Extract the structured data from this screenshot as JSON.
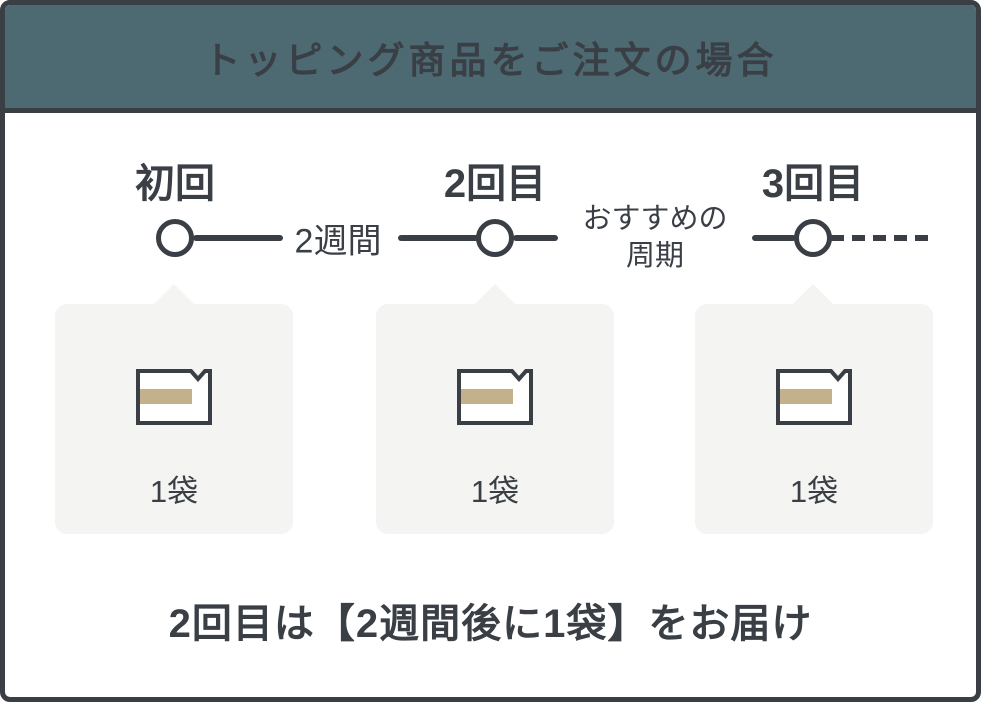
{
  "header": {
    "title": "トッピング商品をご注文の場合"
  },
  "timeline": {
    "milestones": [
      {
        "label": "初回"
      },
      {
        "label": "2回目"
      },
      {
        "label": "3回目"
      }
    ],
    "interval1": {
      "label": "2週間"
    },
    "interval2": {
      "line1": "おすすめの",
      "line2": "周期"
    }
  },
  "cards": [
    {
      "icon": "package-icon",
      "quantity": "1袋"
    },
    {
      "icon": "package-icon",
      "quantity": "1袋"
    },
    {
      "icon": "package-icon",
      "quantity": "1袋"
    }
  ],
  "footer": {
    "note": "2回目は【2週間後に1袋】をお届け"
  },
  "colors": {
    "frame_border": "#3a3f46",
    "header_bg": "#4d6a73",
    "text_dark": "#3a3f46",
    "card_bg": "#f4f4f2",
    "stripe_tan": "#c4b18c",
    "circle_fill": "#ffffff"
  }
}
